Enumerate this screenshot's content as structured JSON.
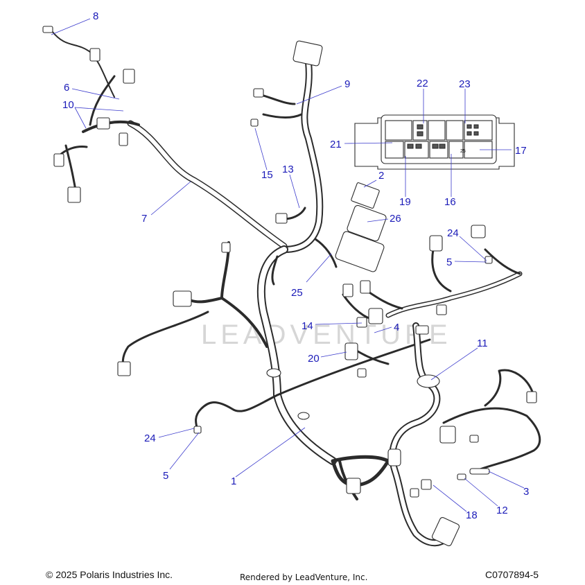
{
  "watermark": "LEADVENTURE",
  "callouts": [
    {
      "id": "c8",
      "label": "8"
    },
    {
      "id": "c6",
      "label": "6"
    },
    {
      "id": "c10",
      "label": "10"
    },
    {
      "id": "c7",
      "label": "7"
    },
    {
      "id": "c9",
      "label": "9"
    },
    {
      "id": "c15",
      "label": "15"
    },
    {
      "id": "c13",
      "label": "13"
    },
    {
      "id": "c22",
      "label": "22"
    },
    {
      "id": "c23",
      "label": "23"
    },
    {
      "id": "c21",
      "label": "21"
    },
    {
      "id": "c17",
      "label": "17"
    },
    {
      "id": "c2",
      "label": "2"
    },
    {
      "id": "c19",
      "label": "19"
    },
    {
      "id": "c16",
      "label": "16"
    },
    {
      "id": "c26",
      "label": "26"
    },
    {
      "id": "c24a",
      "label": "24"
    },
    {
      "id": "c5a",
      "label": "5"
    },
    {
      "id": "c25",
      "label": "25"
    },
    {
      "id": "c14",
      "label": "14"
    },
    {
      "id": "c4",
      "label": "4"
    },
    {
      "id": "c20",
      "label": "20"
    },
    {
      "id": "c11",
      "label": "11"
    },
    {
      "id": "c24b",
      "label": "24"
    },
    {
      "id": "c5b",
      "label": "5"
    },
    {
      "id": "c1",
      "label": "1"
    },
    {
      "id": "c3",
      "label": "3"
    },
    {
      "id": "c12",
      "label": "12"
    },
    {
      "id": "c18",
      "label": "18"
    }
  ],
  "fuse_box_label": "25",
  "footer": {
    "copyright": "© 2025 Polaris Industries Inc.",
    "rendered_by": "Rendered by LeadVenture, Inc.",
    "part_number": "C0707894-5"
  }
}
